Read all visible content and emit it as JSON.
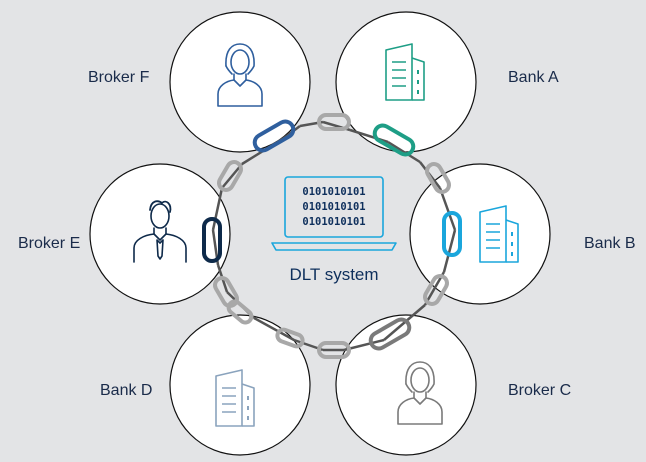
{
  "diagram": {
    "center": {
      "label": "DLT system",
      "binary_lines": [
        "0101010101",
        "0101010101",
        "0101010101"
      ],
      "icon": "laptop-icon"
    },
    "nodes": [
      {
        "id": "bank-a",
        "label": "Bank A",
        "icon": "building-icon",
        "color": "#1e9e86"
      },
      {
        "id": "bank-b",
        "label": "Bank B",
        "icon": "building-icon",
        "color": "#1aa6dc"
      },
      {
        "id": "broker-c",
        "label": "Broker C",
        "icon": "person-female-icon",
        "color": "#7a7a7a"
      },
      {
        "id": "bank-d",
        "label": "Bank D",
        "icon": "building-icon",
        "color": "#8aa3bd"
      },
      {
        "id": "broker-e",
        "label": "Broker E",
        "icon": "person-male-icon",
        "color": "#0e2a4a"
      },
      {
        "id": "broker-f",
        "label": "Broker F",
        "icon": "person-female-icon",
        "color": "#2f5f9e"
      }
    ],
    "colors": {
      "background": "#e3e4e6",
      "circle_fill": "#ffffff",
      "circle_stroke": "#111111",
      "connector_link": "#a8a8a8",
      "center_blue": "#1aa6dc",
      "text_dark": "#1a2b4a"
    }
  }
}
